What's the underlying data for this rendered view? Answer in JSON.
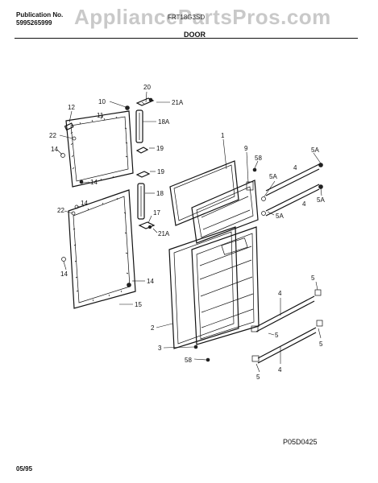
{
  "header": {
    "publication_label": "Publication No.",
    "publication_number": "5995265999",
    "model": "FRT18G3SD",
    "watermark": "AppliancePartsPros.com",
    "section_title": "DOOR"
  },
  "footer": {
    "diagram_code": "P05D0425",
    "date_code": "05/95"
  },
  "callouts": {
    "c20": "20",
    "c21A_top": "21A",
    "c12": "12",
    "c10": "10",
    "c11": "11",
    "c18A": "18A",
    "c22_top": "22",
    "c14_a": "14",
    "c19_a": "19",
    "c14_b": "14",
    "c19_b": "19",
    "c1": "1",
    "c9": "9",
    "c58_top": "58",
    "c5A_a": "5A",
    "c4_a": "4",
    "c5A_b": "5A",
    "c5A_c": "5A",
    "c4_b": "4",
    "c5A_d": "5A",
    "c18": "18",
    "c22_bot": "22",
    "c14_c": "14",
    "c17": "17",
    "c21A_bot": "21A",
    "c14_d": "14",
    "c14_e": "14",
    "c15": "15",
    "c2": "2",
    "c3": "3",
    "c58_bot": "58",
    "c4_c": "4",
    "c5_a": "5",
    "c5_b": "5",
    "c5_c": "5",
    "c4_d": "4",
    "c5_d": "5"
  }
}
